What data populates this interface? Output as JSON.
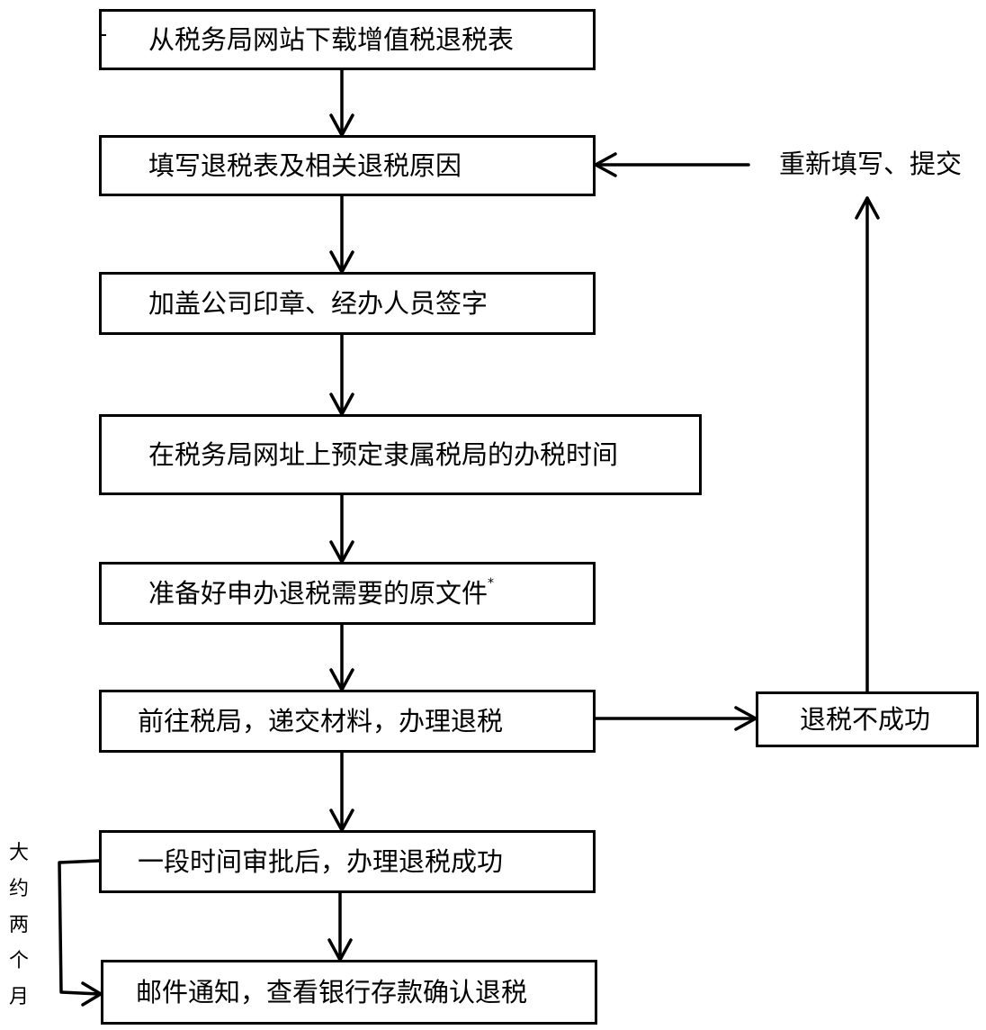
{
  "steps": [
    {
      "text": "从税务局网站下载增值税退税表"
    },
    {
      "text": "填写退税表及相关退税原因"
    },
    {
      "text": "加盖公司印章、经办人员签字"
    },
    {
      "text": "在税务局网址上预定隶属税局的办税时间"
    },
    {
      "text": "准备好申办退税需要的原文件",
      "note_mark": "*"
    },
    {
      "text": "前往税局，递交材料，办理退税"
    },
    {
      "text": "一段时间审批后，办理退税成功"
    },
    {
      "text": "邮件通知，查看银行存款确认退税"
    }
  ],
  "failure_box": {
    "text": "退税不成功"
  },
  "resubmit_label": "重新填写、提交",
  "duration_label": [
    "大",
    "约",
    "两",
    "个",
    "月"
  ]
}
